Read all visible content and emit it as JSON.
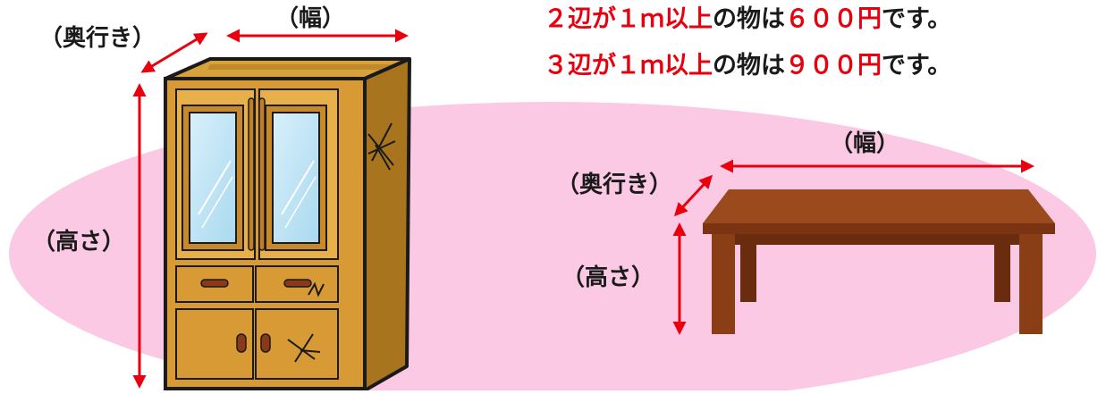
{
  "colors": {
    "accent": "#e8000f",
    "text": "#1a1a1a",
    "ellipse": "#fbc9e3"
  },
  "cabinet": {
    "width_label": "（幅）",
    "depth_label": "（奥行き）",
    "height_label": "（高さ）"
  },
  "table": {
    "width_label": "（幅）",
    "depth_label": "（奥行き）",
    "height_label": "（高さ）"
  },
  "price_lines": [
    {
      "red1": "２辺が１ｍ以上",
      "black1": "の物は",
      "red2": "６００円",
      "black2": "です。"
    },
    {
      "red1": "３辺が１ｍ以上",
      "black1": "の物は",
      "red2": "９００円",
      "black2": "です。"
    }
  ]
}
